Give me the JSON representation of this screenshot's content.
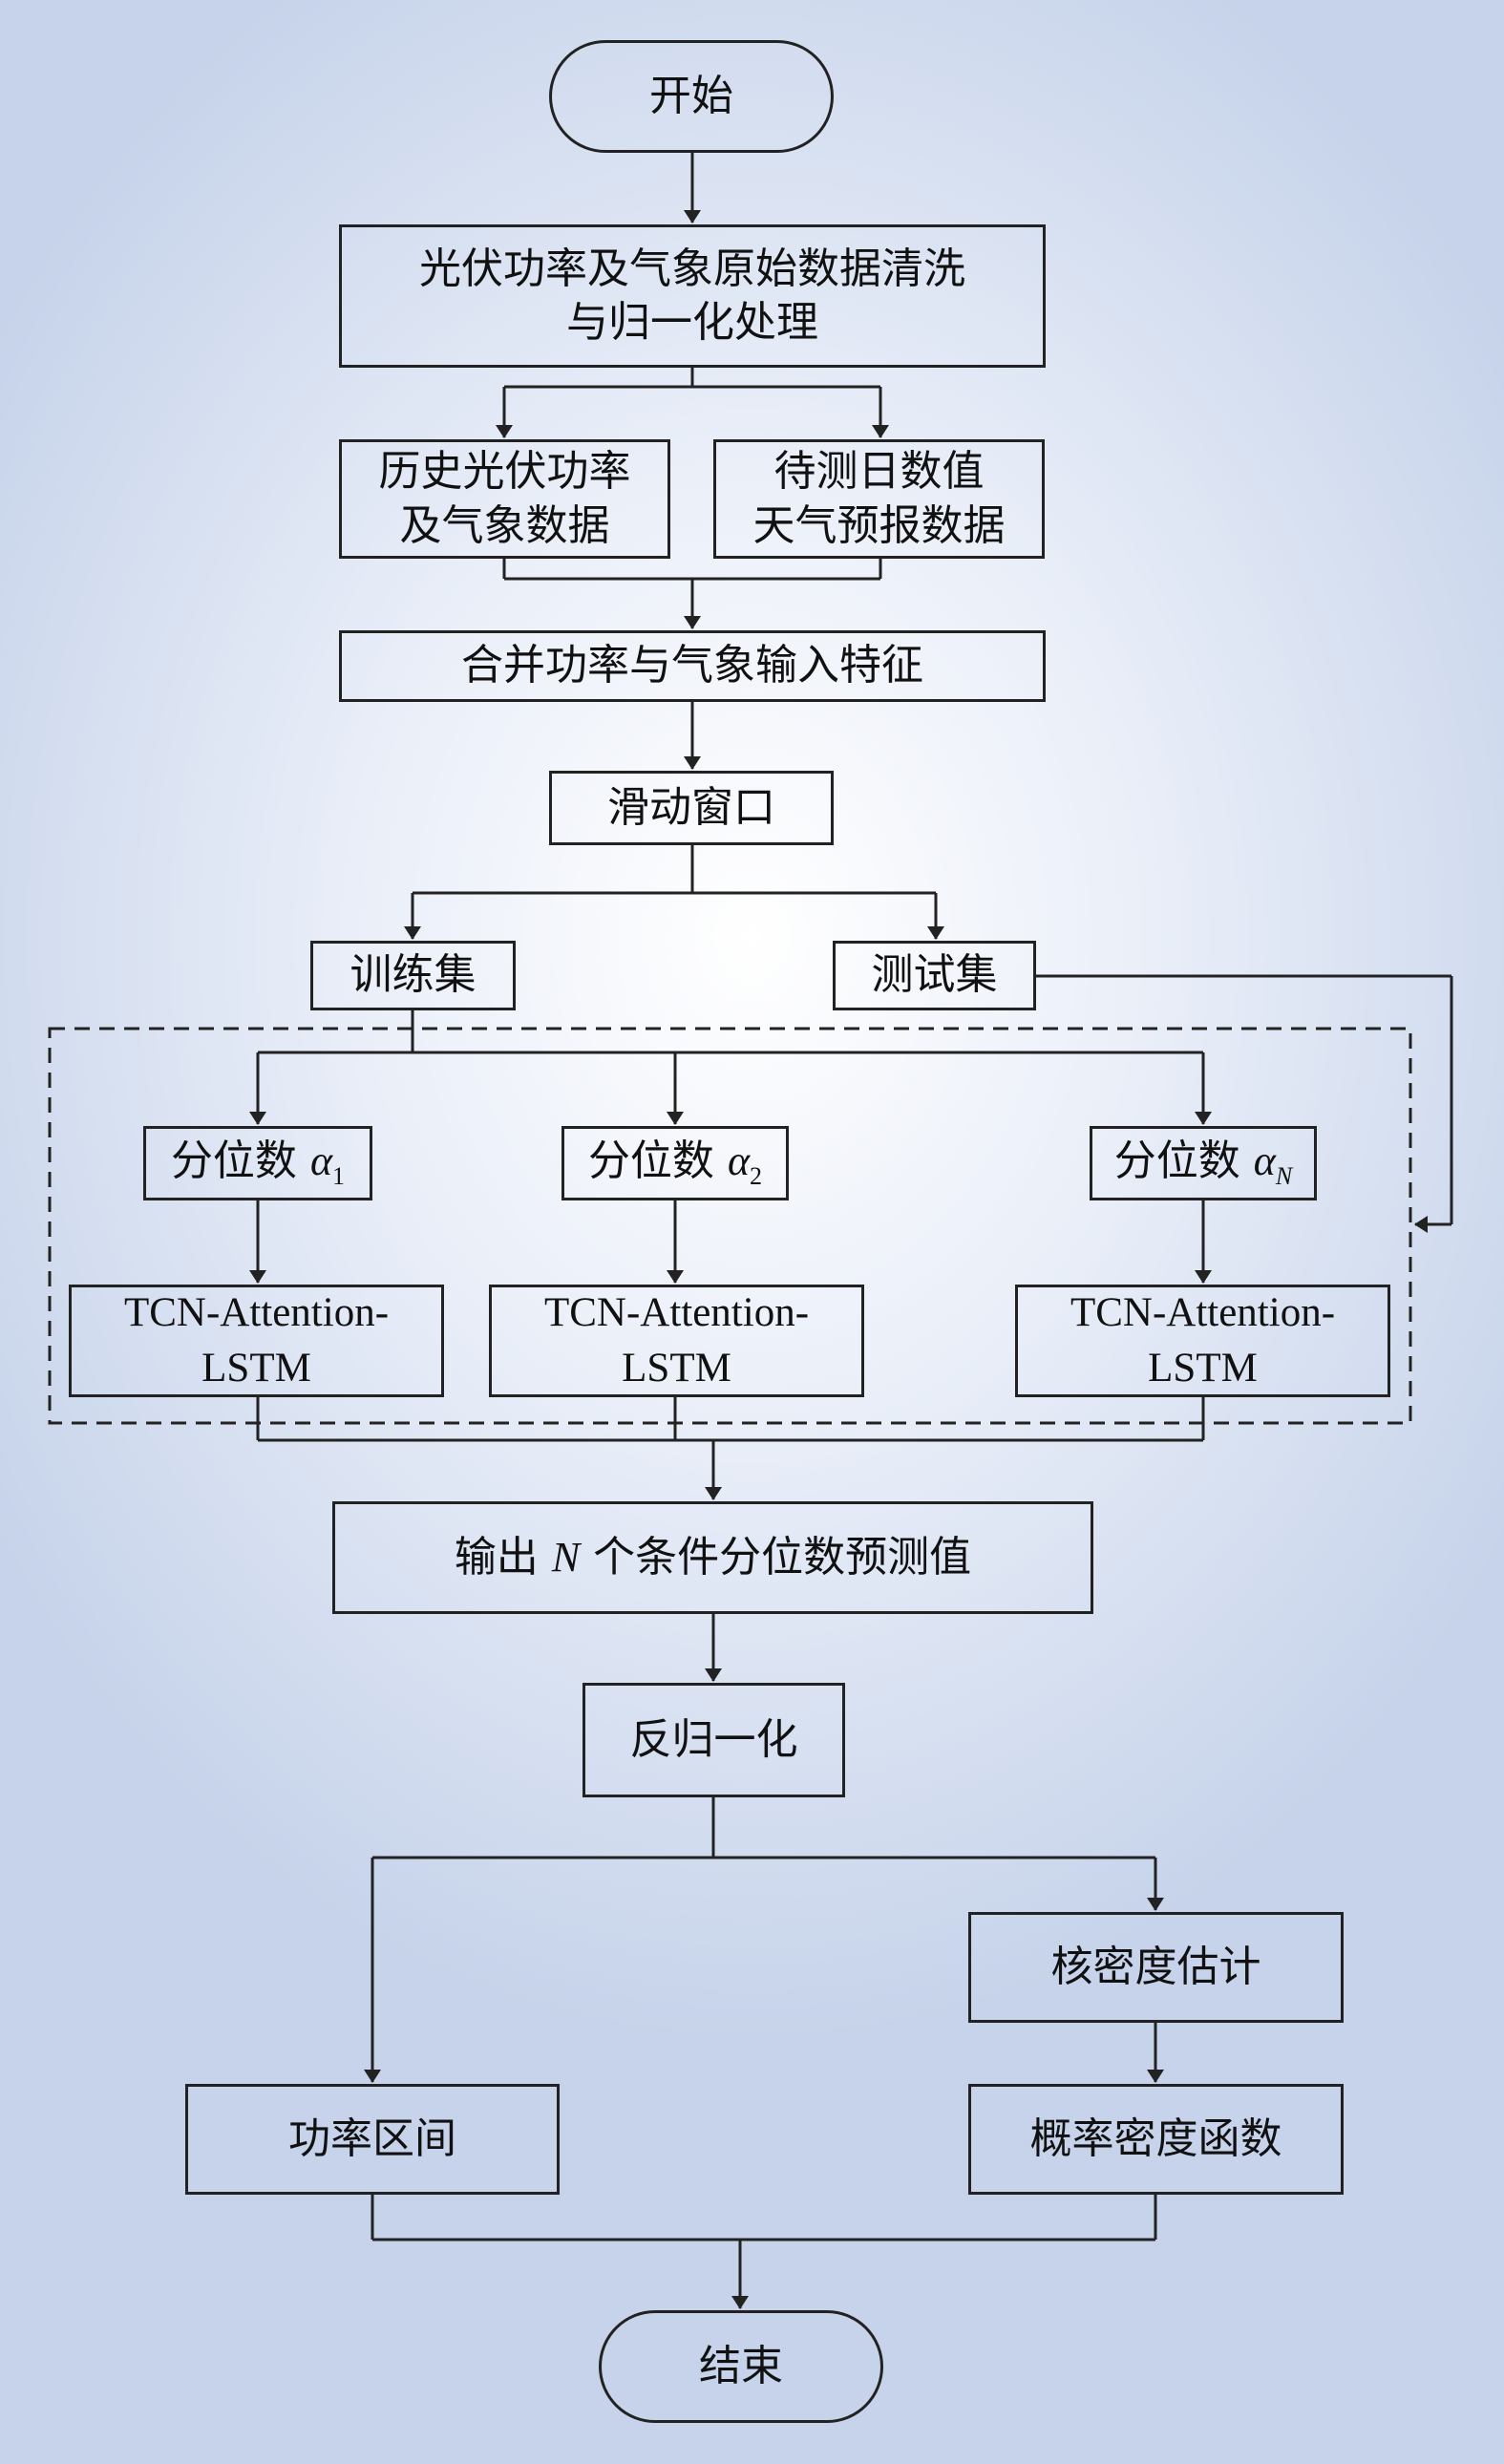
{
  "nodes": {
    "start": "开始",
    "clean_line1": "光伏功率及气象原始数据清洗",
    "clean_line2": "与归一化处理",
    "hist_line1": "历史光伏功率",
    "hist_line2": "及气象数据",
    "forecast_line1": "待测日数值",
    "forecast_line2": "天气预报数据",
    "merge": "合并功率与气象输入特征",
    "window": "滑动窗口",
    "train_set": "训练集",
    "test_set": "测试集",
    "quantile_label": "分位数",
    "alpha_symbol": "α",
    "quantile_1_sub": "1",
    "quantile_2_sub": "2",
    "quantile_n_sub": "N",
    "model_line1": "TCN-Attention-",
    "model_line2": "LSTM",
    "output_prefix": "输出",
    "output_n": "N",
    "output_suffix": "个条件分位数预测值",
    "denorm": "反归一化",
    "kde": "核密度估计",
    "interval": "功率区间",
    "pdf": "概率密度函数",
    "end": "结束"
  }
}
